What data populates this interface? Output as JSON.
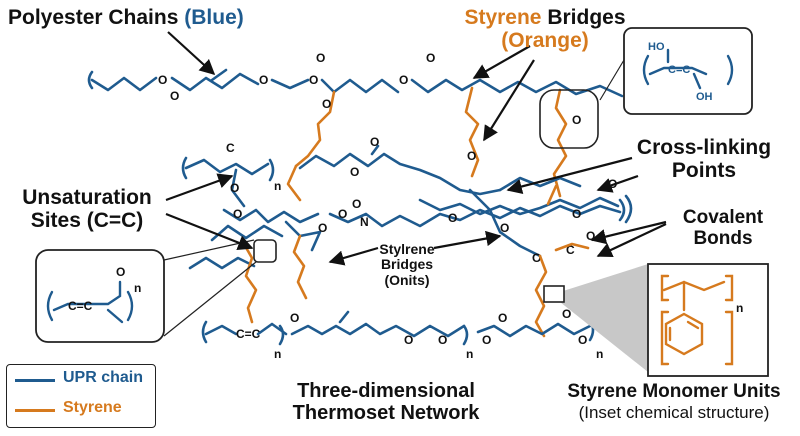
{
  "labels": {
    "polyester_prefix": "Polyester Chains",
    "polyester_suffix": "(Blue)",
    "styrene_bridges_word1": "Styrene",
    "styrene_bridges_word2": "Bridges",
    "styrene_bridges_sub": "(Orange)",
    "crosslink_line1": "Cross-linking",
    "crosslink_line2": "Points",
    "unsat_line1": "Unsaturation",
    "unsat_line2": "Sites (C=C)",
    "covalent_line1": "Covalent",
    "covalent_line2": "Bonds",
    "stylrene_line1": "Stylrene",
    "stylrene_line2": "Bridges",
    "stylrene_line3": "(Onits)",
    "network_line1": "Three-dimensional",
    "network_line2": "Thermoset Network",
    "monomer_line1": "Styrene Monomer Units",
    "monomer_line2": "(Inset chemical structure)"
  },
  "legend": {
    "upr_label": "UPR chain",
    "styrene_label": "Styrene"
  },
  "atoms": {
    "O": "O",
    "C": "C",
    "N": "N",
    "n": "n",
    "HO": "HO",
    "OH": "OH",
    "C_eq_C": "C=C"
  },
  "colors": {
    "upr": "#1f5b8f",
    "styrene": "#d67a1e",
    "text": "#111111"
  }
}
